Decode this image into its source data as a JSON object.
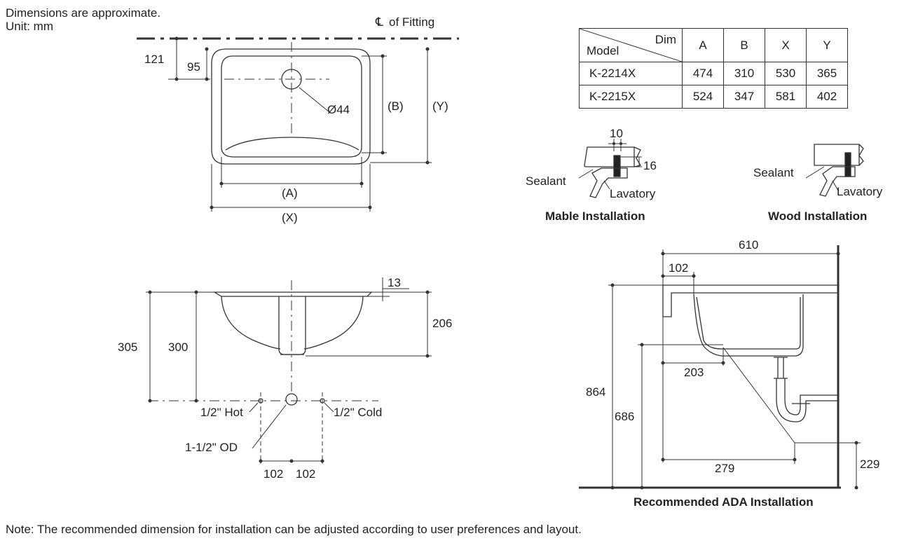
{
  "header": {
    "approx": "Dimensions are approximate.",
    "unit": "Unit: mm"
  },
  "top_view": {
    "centerline_label": "of Fitting",
    "dim_121": "121",
    "dim_95": "95",
    "dim_hole": "Ø44",
    "dim_B": "(B)",
    "dim_Y": "(Y)",
    "dim_A": "(A)",
    "dim_X": "(X)"
  },
  "side_view": {
    "dim_13": "13",
    "dim_206": "206",
    "dim_305": "305",
    "dim_300": "300",
    "hot": "1/2\" Hot",
    "cold": "1/2\" Cold",
    "od": "1-1/2\" OD",
    "dim_102_left": "102",
    "dim_102_right": "102"
  },
  "dim_table": {
    "header_dim": "Dim",
    "header_model": "Model",
    "columns": [
      "A",
      "B",
      "X",
      "Y"
    ],
    "rows": [
      {
        "model": "K-2214X",
        "values": [
          "474",
          "310",
          "530",
          "365"
        ]
      },
      {
        "model": "K-2215X",
        "values": [
          "524",
          "347",
          "581",
          "402"
        ]
      }
    ]
  },
  "mable": {
    "dim_10": "10",
    "dim_16": "16",
    "sealant": "Sealant",
    "lavatory": "Lavatory",
    "caption": "Mable Installation"
  },
  "wood": {
    "sealant": "Sealant",
    "lavatory": "Lavatory",
    "caption": "Wood Installation"
  },
  "ada": {
    "dim_610": "610",
    "dim_102": "102",
    "dim_203": "203",
    "dim_864": "864",
    "dim_686": "686",
    "dim_279": "279",
    "dim_229": "229",
    "caption": "Recommended ADA Installation"
  },
  "footer": {
    "note": "Note: The recommended dimension for installation can be adjusted according to user preferences and layout."
  }
}
